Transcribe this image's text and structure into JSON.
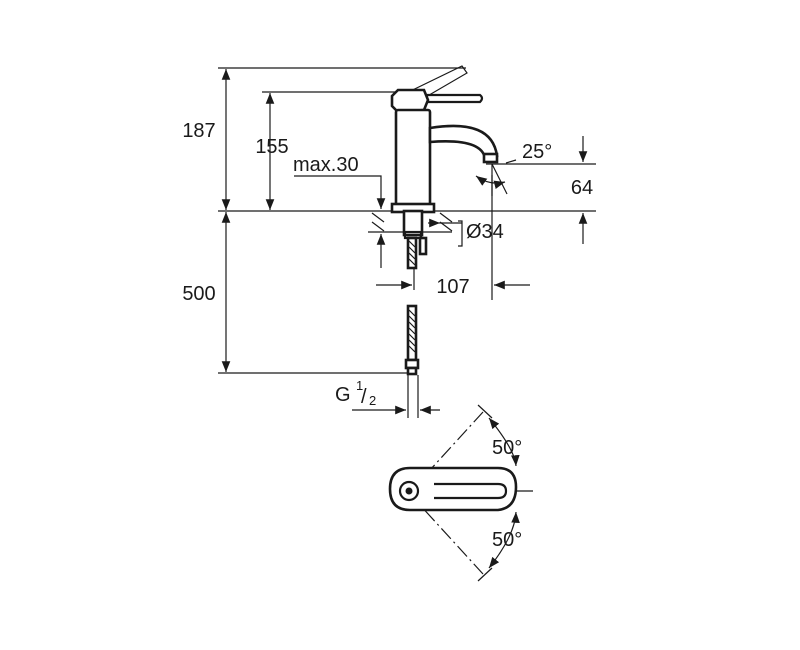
{
  "dimensions": {
    "total_height": "187",
    "spout_height": "155",
    "max_thickness": "max.30",
    "spout_angle": "25°",
    "spout_clearance": "64",
    "hole_diameter": "Ø34",
    "projection": "107",
    "hose_length": "500",
    "connection_letter": "G",
    "connection_num": "1",
    "connection_den": "2",
    "lever_angle_top": "50°",
    "lever_angle_bottom": "50°"
  }
}
